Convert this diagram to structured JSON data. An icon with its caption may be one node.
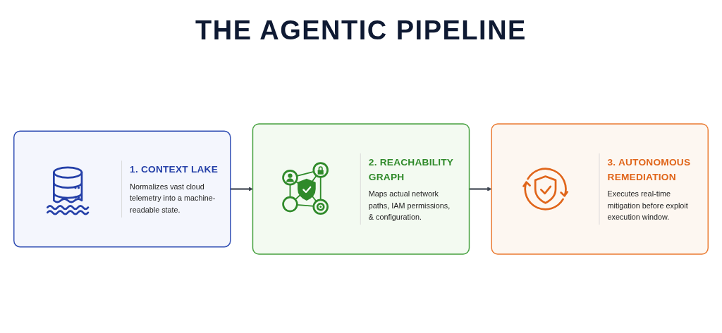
{
  "diagram": {
    "title": "THE AGENTIC PIPELINE",
    "nodes": [
      {
        "text": [
          "1. CONTEXT LAKE",
          "Normalizes vast cloud telemetry into a machine-readable state."
        ]
      },
      {
        "text": [
          "2. REACHABILITY GRAPH",
          "Maps actual network paths, IAM permissions, & configuration."
        ]
      },
      {
        "text": [
          "3. AUTONOMOUS REMEDIATION",
          "Executes real-time mitigation before exploit execution window."
        ]
      }
    ],
    "edges": [
      {
        "from": 0,
        "to": 1,
        "arrow": "to"
      },
      {
        "from": 1,
        "to": 2,
        "arrow": "to"
      }
    ]
  }
}
